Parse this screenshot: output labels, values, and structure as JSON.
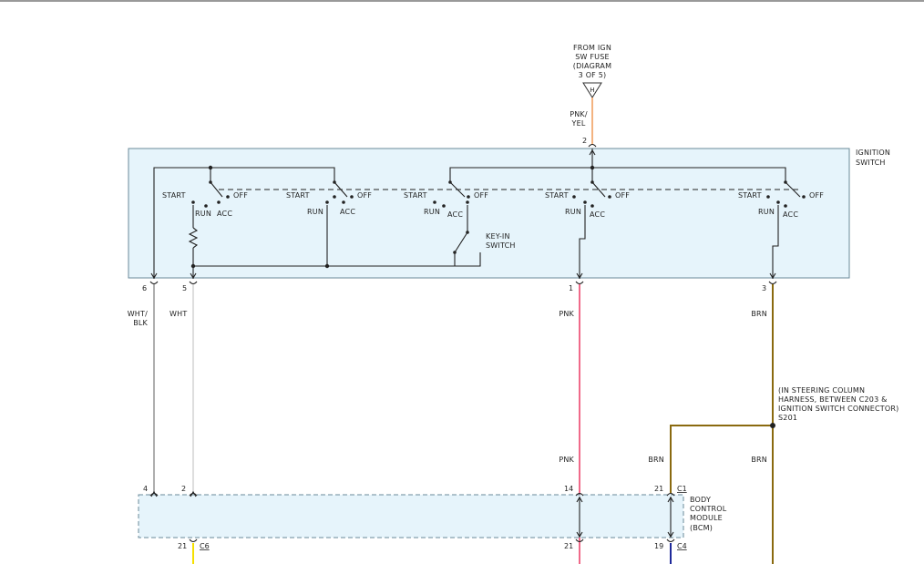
{
  "source": {
    "lines": [
      "FROM IGN",
      "SW FUSE",
      "(DIAGRAM",
      "3 OF 5)"
    ],
    "connector_letter": "H"
  },
  "ignition_switch": {
    "title_lines": [
      "IGNITION",
      "SWITCH"
    ],
    "input_pin": "2",
    "positions": {
      "start": "START",
      "off": "OFF",
      "run": "RUN",
      "acc": "ACC"
    },
    "key_in_lines": [
      "KEY-IN",
      "SWITCH"
    ],
    "output_pins": [
      "6",
      "5",
      "1",
      "3"
    ]
  },
  "wires": {
    "pnk_yel": [
      "PNK/",
      "YEL"
    ],
    "wht_blk": [
      "WHT/",
      "BLK"
    ],
    "wht": "WHT",
    "pnk": "PNK",
    "brn": "BRN",
    "colors": {
      "pnk_yel": "#f0a060",
      "wht_blk": "#9a9a9a",
      "wht": "#d6d6d6",
      "pnk": "#f06a8a",
      "brn": "#8a6a10",
      "yel": "#f5e000",
      "blu": "#1f2a9a"
    }
  },
  "splice": {
    "note_lines": [
      "(IN STEERING COLUMN",
      "HARNESS, BETWEEN C203 &",
      "IGNITION SWITCH CONNECTOR)"
    ],
    "id": "S201"
  },
  "bcm": {
    "title_lines": [
      "BODY",
      "CONTROL",
      "MODULE",
      "(BCM)"
    ],
    "top_pins": [
      "4",
      "2",
      "14",
      "21"
    ],
    "top_connector": "C1",
    "bottom_pins": [
      "21",
      "21",
      "19"
    ],
    "bottom_connectors": [
      "C6",
      "C4"
    ]
  },
  "colors": {
    "module_fill": "#e6f4fb",
    "module_stroke": "#6a8a9a"
  }
}
